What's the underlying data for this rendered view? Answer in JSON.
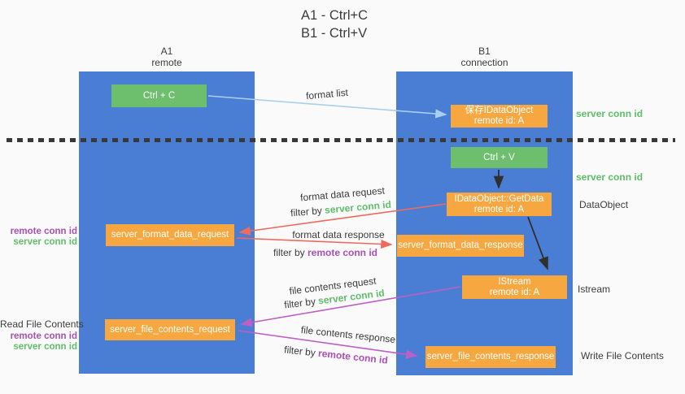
{
  "title": {
    "line1": "A1 - Ctrl+C",
    "line2": "B1 - Ctrl+V"
  },
  "columns": {
    "a1": {
      "name": "A1",
      "subtitle": "remote"
    },
    "b1": {
      "name": "B1",
      "subtitle": "connection"
    }
  },
  "boxes": {
    "ctrl_c": {
      "label": "Ctrl + C"
    },
    "save_idataobject": {
      "line1": "保存IDataObject",
      "line2": "remote id: A"
    },
    "ctrl_v": {
      "label": "Ctrl + V"
    },
    "getdata": {
      "line1": "IDataObject::GetData",
      "line2": "remote id: A"
    },
    "format_request": {
      "label": "server_format_data_request"
    },
    "format_response": {
      "label": "server_format_data_response"
    },
    "istream": {
      "line1": "IStream",
      "line2": "remote id: A"
    },
    "file_request": {
      "label": "server_file_contents_request"
    },
    "file_response": {
      "label": "server_file_contents_response"
    }
  },
  "arrow_labels": {
    "format_list": "format list",
    "format_data_request": "format data request",
    "filter_server_1": {
      "prefix": "filter by ",
      "highlight": "server conn id"
    },
    "format_data_response": "format data response",
    "filter_remote_1": {
      "prefix": "filter by ",
      "highlight": "remote conn id"
    },
    "file_contents_request": "file contents request",
    "filter_server_2": {
      "prefix": "filter by ",
      "highlight": "server conn id"
    },
    "file_contents_response": "file contents response",
    "filter_remote_2": {
      "prefix": "filter by ",
      "highlight": "remote conn id"
    }
  },
  "side_labels": {
    "server_conn_top": "server conn id",
    "server_conn_mid": "server conn id",
    "dataobject": "DataObject",
    "istream": "Istream",
    "write_file": "Write File Contents",
    "left_remote_1": "remote conn id",
    "left_server_1": "server conn id",
    "read_file": "Read File Contents",
    "left_remote_2": "remote conn id",
    "left_server_2": "server conn id"
  },
  "colors": {
    "column_blue": "#4A7ED4",
    "box_green": "#6DBF6D",
    "box_orange": "#F7A740",
    "arrow_light_blue": "#A9CFEC",
    "arrow_red": "#EE6A5F",
    "arrow_magenta": "#BC5FC6",
    "arrow_black": "#2F2F2F",
    "text_green": "#5FBE69",
    "text_purple": "#AA50B4",
    "background": "#FAFAFA"
  }
}
